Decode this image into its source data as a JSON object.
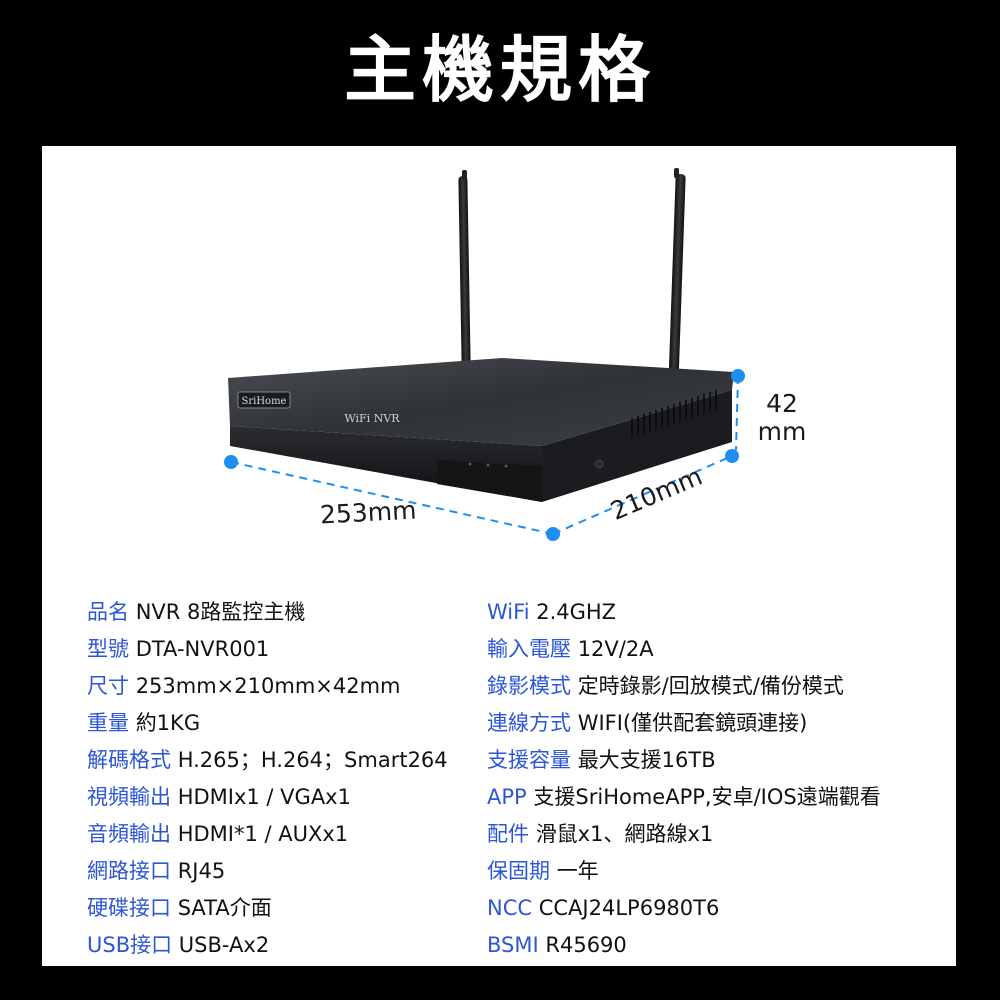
{
  "title": "主機規格",
  "product": {
    "brand": "SriHome",
    "model_label": "WiFi  NVR"
  },
  "dimensions": {
    "width": "253mm",
    "depth": "210mm",
    "height_value": "42",
    "height_unit": "mm"
  },
  "colors": {
    "accent": "#2c56d6",
    "dot": "#1e8ff0",
    "background": "#000000",
    "panel": "#ffffff"
  },
  "specs_left": [
    {
      "key": "品名",
      "value": "NVR 8路監控主機"
    },
    {
      "key": "型號",
      "value": "DTA-NVR001"
    },
    {
      "key": "尺寸",
      "value": "253mm×210mm×42mm"
    },
    {
      "key": "重量",
      "value": "約1KG"
    },
    {
      "key": "解碼格式",
      "value": "H.265；H.264；Smart264"
    },
    {
      "key": "視頻輸出",
      "value": "HDMIx1 / VGAx1"
    },
    {
      "key": "音頻輸出",
      "value": "HDMI*1 / AUXx1"
    },
    {
      "key": "網路接口",
      "value": "RJ45"
    },
    {
      "key": "硬碟接口",
      "value": "SATA介面"
    },
    {
      "key": "USB接口",
      "value": "USB-Ax2"
    }
  ],
  "specs_right": [
    {
      "key": "WiFi",
      "value": "2.4GHZ"
    },
    {
      "key": "輸入電壓",
      "value": "12V/2A"
    },
    {
      "key": "錄影模式",
      "value": "定時錄影/回放模式/備份模式"
    },
    {
      "key": "連線方式",
      "value": "WIFI(僅供配套鏡頭連接)"
    },
    {
      "key": "支援容量",
      "value": "最大支援16TB"
    },
    {
      "key": "APP",
      "value": "支援SriHomeAPP,安卓/IOS遠端觀看"
    },
    {
      "key": "配件",
      "value": "滑鼠x1、網路線x1"
    },
    {
      "key": "保固期",
      "value": "一年"
    },
    {
      "key": "NCC",
      "value": "CCAJ24LP6980T6"
    },
    {
      "key": "BSMI",
      "value": "R45690"
    }
  ]
}
